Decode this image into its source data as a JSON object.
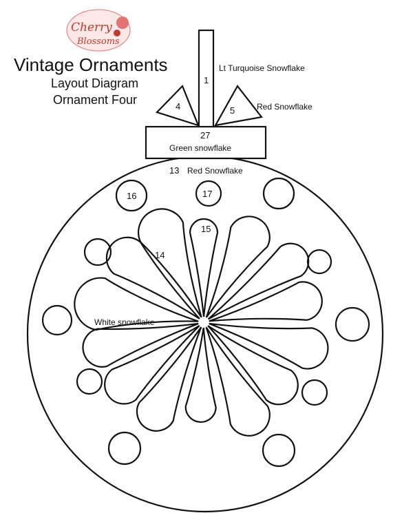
{
  "logo": {
    "line1": "Cherry",
    "line2": "Blossoms",
    "color": "#c0392b",
    "accent": "#e57373"
  },
  "header": {
    "title": "Vintage Ornaments",
    "subtitle1": "Layout Diagram",
    "subtitle2": "Ornament Four"
  },
  "labels": {
    "n1": "1",
    "lt_turquoise": "Lt Turquoise Snowflake",
    "n4": "4",
    "n5": "5",
    "red_snowflake_right": "Red Snowflake",
    "n27": "27",
    "green_snowflake": "Green snowflake",
    "n13": "13",
    "red_snowflake_center": "Red Snowflake",
    "n16": "16",
    "n17": "17",
    "n15": "15",
    "n14": "14",
    "white_snowflake": "White snowflake"
  },
  "colors": {
    "stroke": "#111111",
    "background": "#ffffff"
  }
}
